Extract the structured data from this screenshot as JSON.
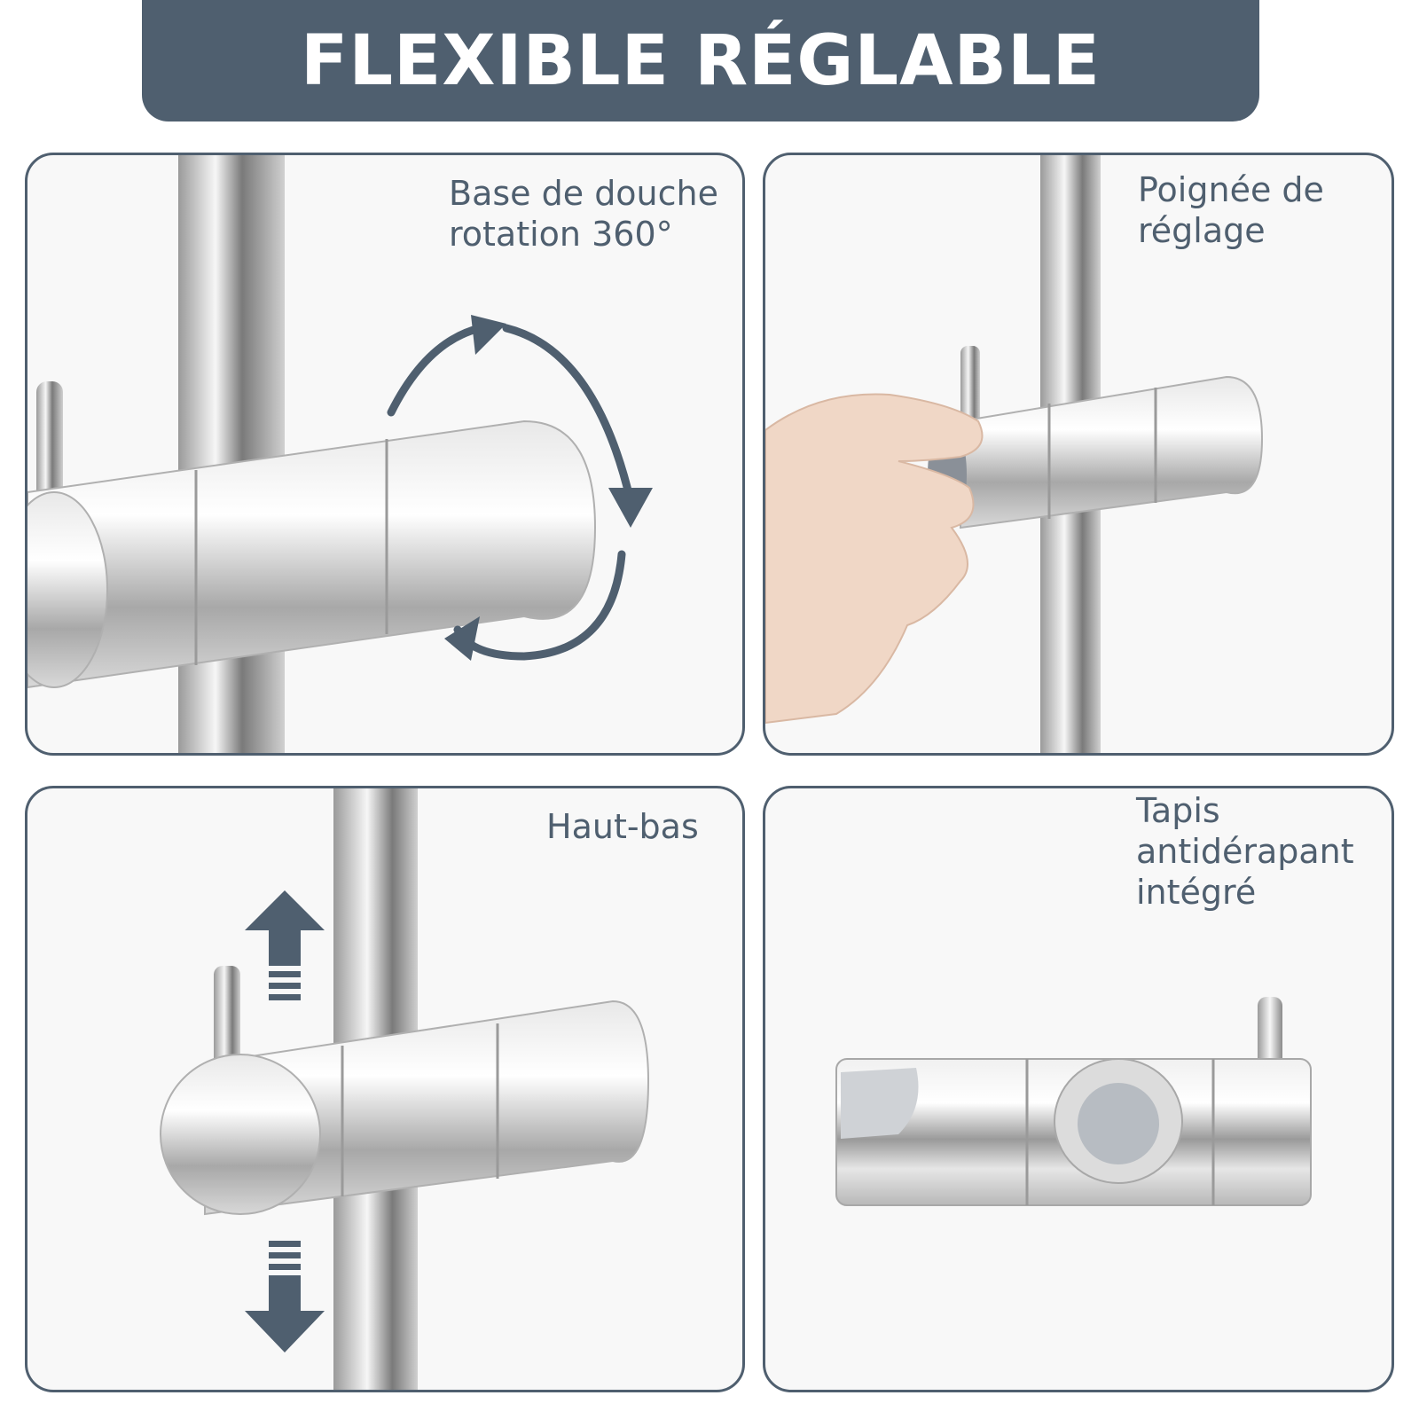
{
  "banner": {
    "title": "FLEXIBLE RÉGLABLE"
  },
  "colors": {
    "accent": "#4f5f6f",
    "chrome_light": "#f4f4f4",
    "chrome_dark": "#8a8a8a"
  },
  "panels": [
    {
      "caption": "Base de douche\nrotation 360°"
    },
    {
      "caption": "Poignée de\nréglage"
    },
    {
      "caption": "Haut-bas"
    },
    {
      "caption": "Tapis\nantidérapant\nintégré"
    }
  ]
}
